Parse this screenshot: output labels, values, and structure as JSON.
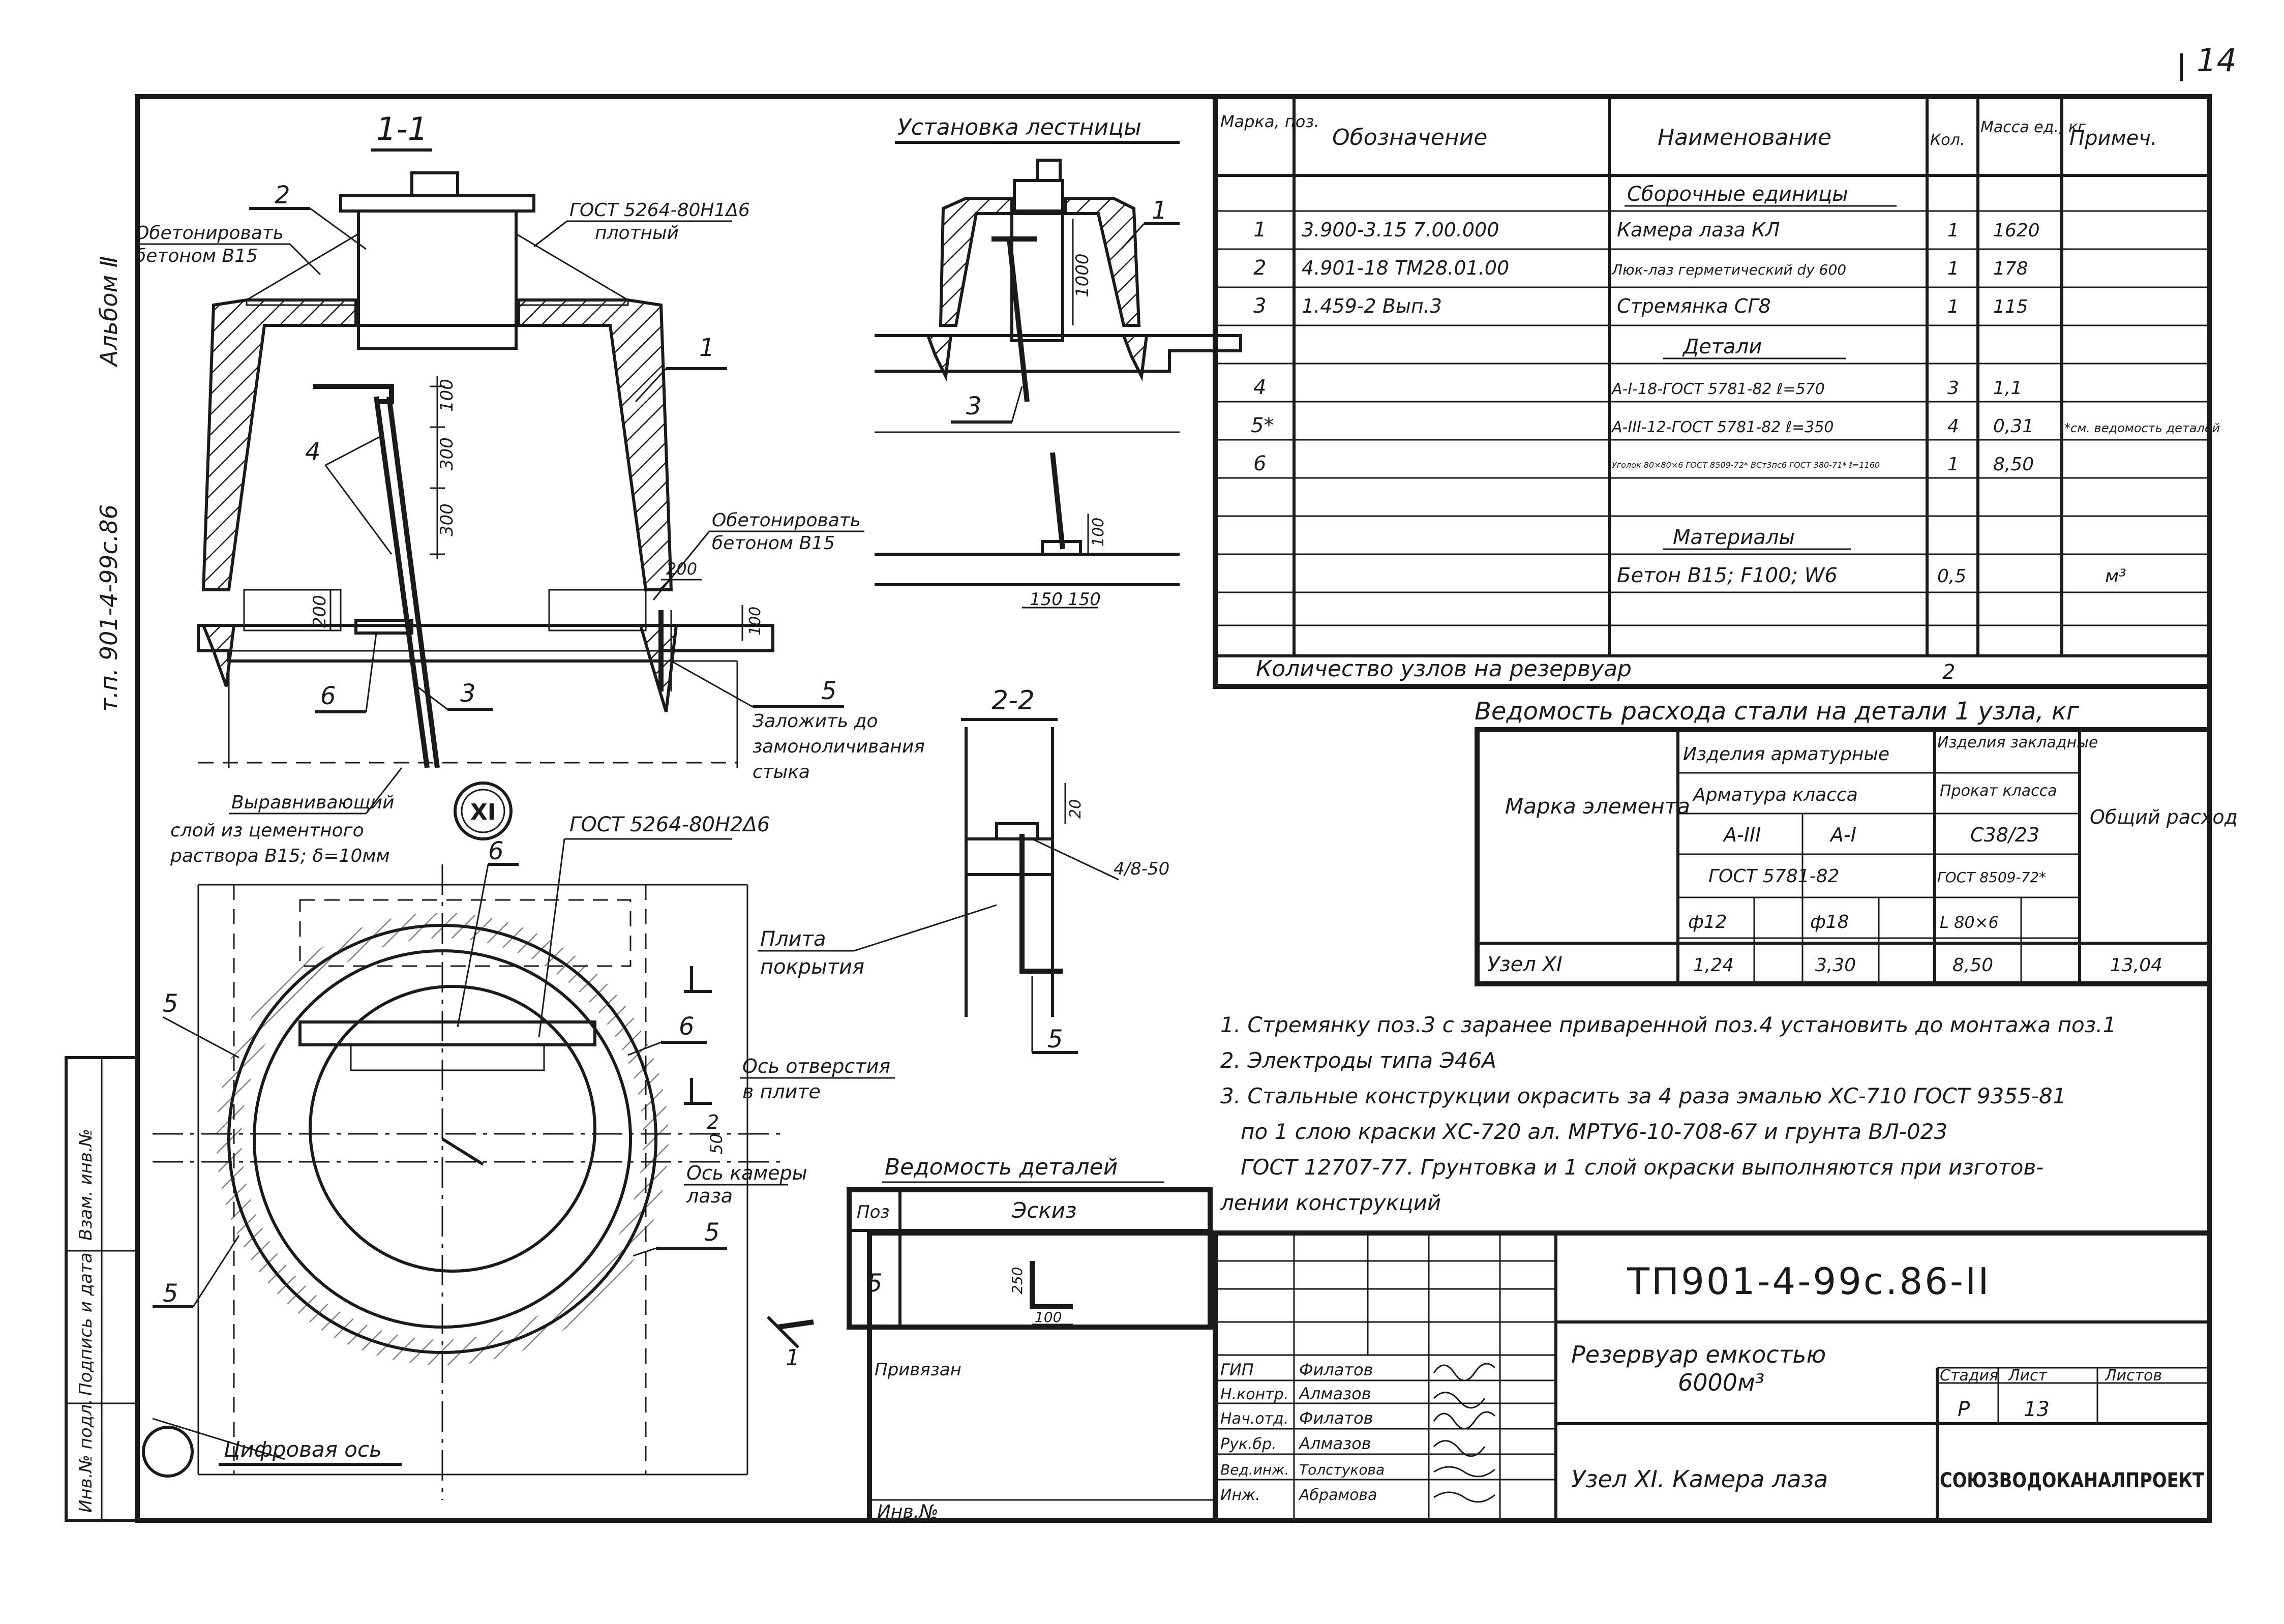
{
  "sheet": {
    "page_number": "14",
    "album_label": "Альбом Ⅱ",
    "project_code_vertical": "т.п. 901-4-99с.86"
  },
  "section_1_1": {
    "title": "1-1",
    "callouts": {
      "pos2": "2",
      "pos1": "1",
      "pos4": "4",
      "pos3": "3",
      "pos5": "5",
      "pos6": "6"
    },
    "notes": {
      "concrete_top_1": "Обетонировать",
      "concrete_top_2": "бетоном В15",
      "gost_hatch_1": "ГОСТ 5264-80Н1Δ6",
      "gost_hatch_2": "плотный",
      "concrete_right_1": "Обетонировать",
      "concrete_right_2": "бетоном В15",
      "embed_1": "Заложить до",
      "embed_2": "замоноличивания",
      "embed_3": "стыка",
      "leveling_1": "Выравнивающий",
      "leveling_2": "слой из цементного",
      "leveling_3": "раствора В15; δ=10мм"
    },
    "dims": {
      "d100": "100",
      "d300a": "300",
      "d300b": "300",
      "d200a": "200",
      "d200b": "200",
      "d100b": "100"
    },
    "node_marker": "XI"
  },
  "ladder_install": {
    "title": "Установка лестницы",
    "callout_1": "1",
    "callout_3": "3",
    "dim_1000": "1000",
    "dim_100": "100",
    "dim_150a": "150",
    "dim_150b": "150"
  },
  "plan_view": {
    "gost_note": "ГОСТ 5264-80Н2Δ6",
    "callouts": {
      "c5a": "5",
      "c6a": "6",
      "c6b": "6",
      "c5b": "5",
      "c5c": "5",
      "c2": "2"
    },
    "dims": {
      "d50": "50"
    },
    "notes": {
      "hole_axis_1": "Ось отверстия",
      "hole_axis_2": "в плите",
      "chamber_axis_1": "Ось камеры",
      "chamber_axis_2": "лаза",
      "digital_axis": "Цифровая ось",
      "cut_marker": "1"
    }
  },
  "section_2_2": {
    "title": "2-2",
    "dim_20": "20",
    "weld": "4/8-50",
    "slab_1": "Плита",
    "slab_2": "покрытия",
    "callout_5": "5"
  },
  "spec_table": {
    "headers": [
      "Марка, поз.",
      "Обозначение",
      "Наименование",
      "Кол.",
      "Масса ед., кг",
      "Примеч."
    ],
    "sections": {
      "assemblies": "Сборочные единицы",
      "details": "Детали",
      "materials": "Материалы"
    },
    "rows": [
      {
        "pos": "1",
        "designation": "3.900-3.15   7.00.000",
        "name": "Камера лаза КЛ",
        "qty": "1",
        "mass": "1620",
        "note": ""
      },
      {
        "pos": "2",
        "designation": "4.901-18   ТМ28.01.00",
        "name": "Люк-лаз герметический dу 600",
        "qty": "1",
        "mass": "178",
        "note": ""
      },
      {
        "pos": "3",
        "designation": "1.459-2   Вып.3",
        "name": "Стремянка СГ8",
        "qty": "1",
        "mass": "115",
        "note": ""
      },
      {
        "pos": "4",
        "designation": "",
        "name": "А-I-18-ГОСТ 5781-82  ℓ=570",
        "qty": "3",
        "mass": "1,1",
        "note": ""
      },
      {
        "pos": "5*",
        "designation": "",
        "name": "А-III-12-ГОСТ 5781-82  ℓ=350",
        "qty": "4",
        "mass": "0,31",
        "note": "*см. ведомость деталей"
      },
      {
        "pos": "6",
        "designation": "",
        "name": "Уголок 80×80×6 ГОСТ 8509-72* ВСт3пс6 ГОСТ 380-71* ℓ=1160",
        "qty": "1",
        "mass": "8,50",
        "note": ""
      },
      {
        "pos": "",
        "designation": "",
        "name": "Бетон В15; F100; W6",
        "qty": "0,5",
        "mass": "",
        "note": "м³"
      }
    ],
    "count_label": "Количество узлов на резервуар",
    "count_value": "2"
  },
  "steel_table": {
    "title": "Ведомость расхода стали на детали 1 узла, кг",
    "element_mark": "Марка элемента",
    "group_rebar": "Изделия арматурные",
    "group_embed": "Изделия закладные",
    "rebar_class": "Арматура класса",
    "rolled_class": "Прокат класса",
    "a3": "А-III",
    "a1": "А-I",
    "c38": "С38/23",
    "gost_rebar": "ГОСТ 5781-82",
    "gost_rolled": "ГОСТ 8509-72*",
    "total": "Общий расход",
    "d12": "ф12",
    "d18": "ф18",
    "l80": "L 80×6",
    "row_label": "Узел XI",
    "row_values": [
      "1,24",
      "3,30",
      "8,50",
      "13,04"
    ]
  },
  "notes": [
    "1. Стремянку поз.3 с заранее приваренной поз.4 установить до монтажа поз.1",
    "2. Электроды типа Э46А",
    "3. Стальные конструкции окрасить за 4 раза эмалью ХС-710 ГОСТ 9355-81",
    "по 1 слою краски ХС-720 ал. МРТУ6-10-708-67 и грунта ВЛ-023",
    "ГОСТ 12707-77. Грунтовка и 1 слой окраски выполняются при изготов-",
    "лении конструкций"
  ],
  "detail_list": {
    "title": "Ведомость деталей",
    "col_pos": "Поз",
    "col_sketch": "Эскиз",
    "pos": "5",
    "dim_250": "250",
    "dim_100": "100"
  },
  "title_block": {
    "code": "ТП901-4-99с.86-II",
    "tied_to": "Привязан",
    "inv": "Инв.№",
    "roles": [
      {
        "role": "ГИП",
        "name": "Филатов"
      },
      {
        "role": "Н.контр.",
        "name": "Алмазов"
      },
      {
        "role": "Нач.отд.",
        "name": "Филатов"
      },
      {
        "role": "Рук.бр.",
        "name": "Алмазов"
      },
      {
        "role": "Вед.инж.",
        "name": "Толстукова"
      },
      {
        "role": "Инж.",
        "name": "Абрамова"
      }
    ],
    "object_1": "Резервуар емкостью",
    "object_2": "6000м³",
    "sheet_title": "Узел XI. Камера лаза",
    "stage_label": "Стадия",
    "sheet_label": "Лист",
    "sheets_label": "Листов",
    "stage": "Р",
    "sheet": "13",
    "org": "СОЮЗВОДОКАНАЛПРОЕКТ"
  },
  "side_strip": [
    "Инв.№ подл.",
    "Подпись и дата",
    "Взам. инв.№"
  ]
}
